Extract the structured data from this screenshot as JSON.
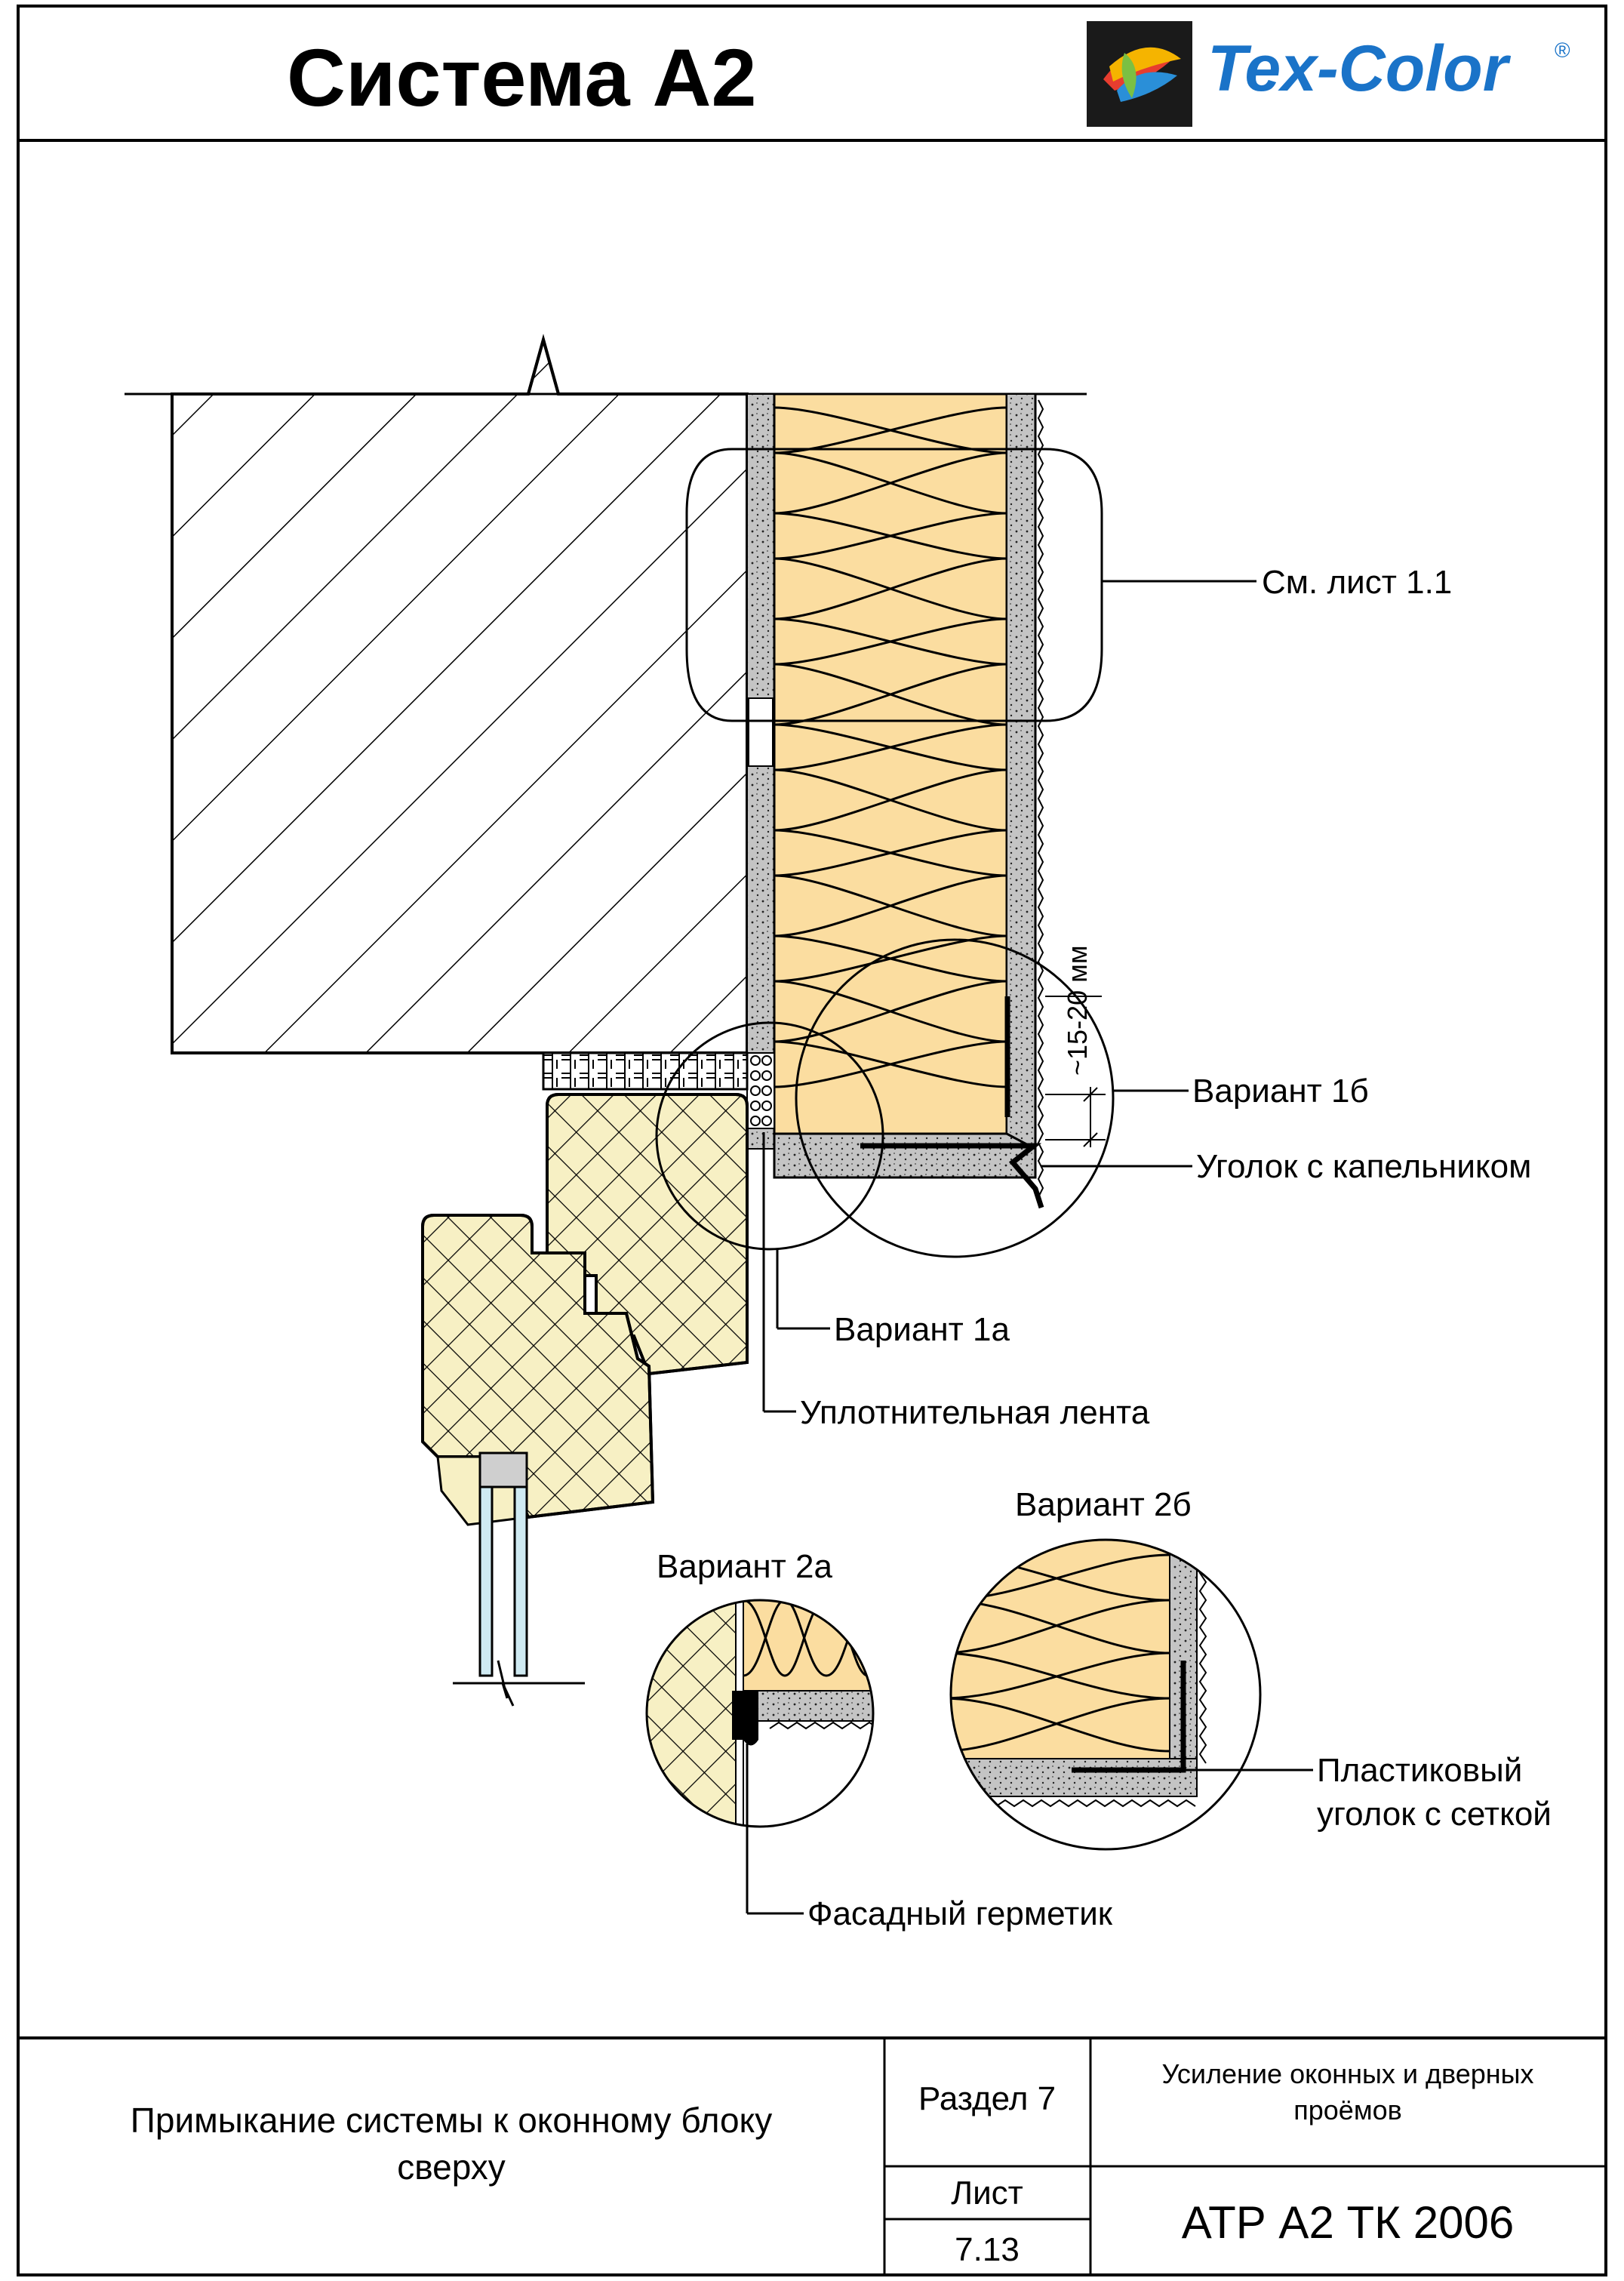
{
  "header": {
    "title": "Система А2",
    "brand": "Tex-Color",
    "brand_mark": "®",
    "brand_color": "#1a73c8"
  },
  "drawing": {
    "see_sheet": "См. лист 1.1",
    "variant_1b": "Вариант 1б",
    "corner_drip": "Уголок с капельником",
    "variant_1a": "Вариант 1а",
    "sealing_tape": "Уплотнительная лента",
    "dimension": "~15-20 мм",
    "variant_2b": "Вариант 2б",
    "variant_2a": "Вариант 2а",
    "plastic_corner_line1": "Пластиковый",
    "plastic_corner_line2": "уголок с сеткой",
    "facade_sealant": "Фасадный герметик"
  },
  "title_block": {
    "description_line1": "Примыкание системы к оконному блоку",
    "description_line2": "сверху",
    "section": "Раздел 7",
    "topic_line1": "Усиление оконных и дверных",
    "topic_line2": "проёмов",
    "sheet_label": "Лист",
    "sheet_number": "7.13",
    "code": "АТР А2 ТК 2006"
  },
  "colors": {
    "insulation": "#fbdda0",
    "window_frame": "#f7f0c4",
    "mortar": "#bdbdbd",
    "glass": "#cfeaf2"
  }
}
